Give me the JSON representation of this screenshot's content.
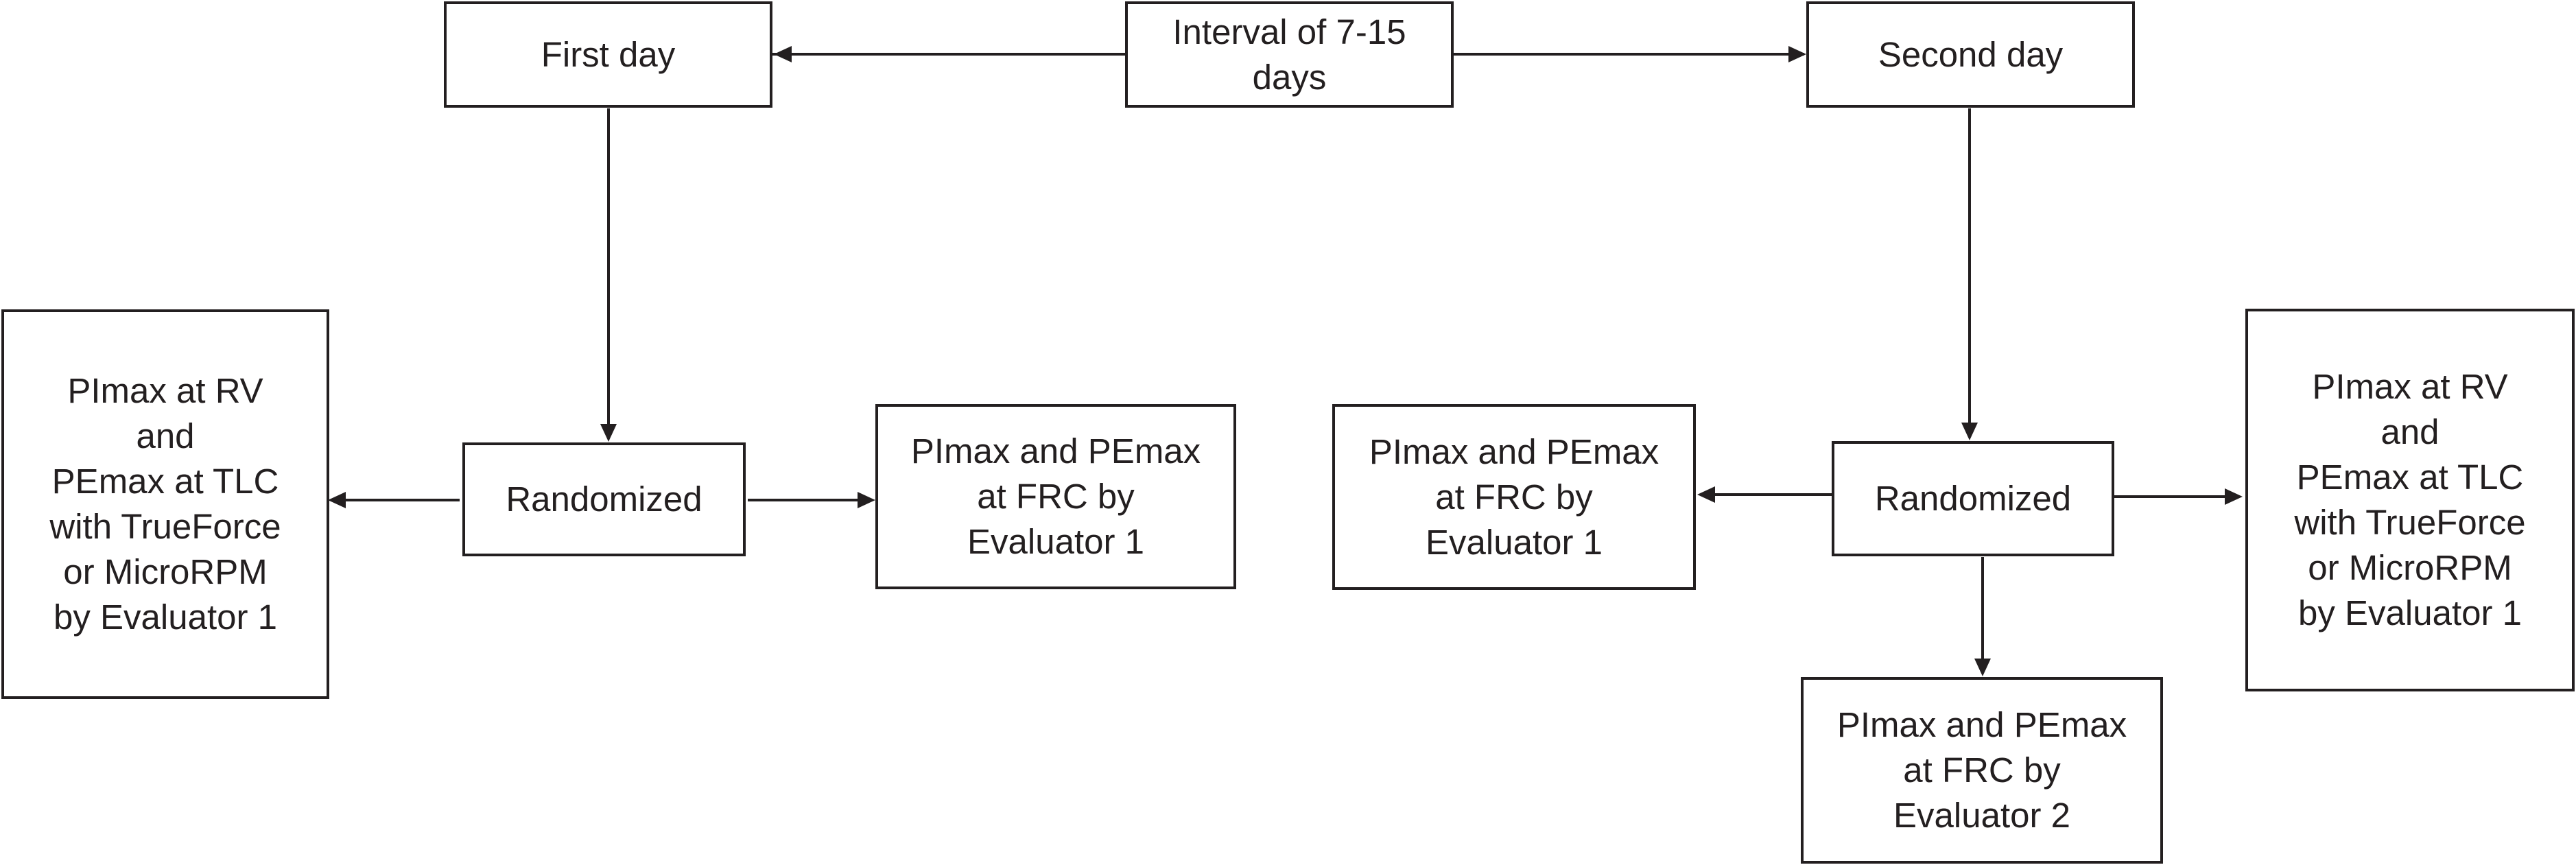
{
  "diagram": {
    "interval": "Interval of 7-15\ndays",
    "first_day": "First day",
    "second_day": "Second day",
    "left": {
      "randomized": "Randomized",
      "pimax_rv": "PImax at RV\nand\nPEmax at TLC\nwith TrueForce\nor MicroRPM\nby Evaluator 1",
      "frc_eval1": "PImax and PEmax\nat FRC by\nEvaluator 1"
    },
    "right": {
      "randomized": "Randomized",
      "frc_eval1": "PImax and PEmax\nat FRC by\nEvaluator 1",
      "pimax_rv": "PImax at RV\nand\nPEmax at TLC\nwith TrueForce\nor MicroRPM\nby Evaluator 1",
      "frc_eval2": "PImax and PEmax\nat FRC by\nEvaluator 2"
    }
  }
}
